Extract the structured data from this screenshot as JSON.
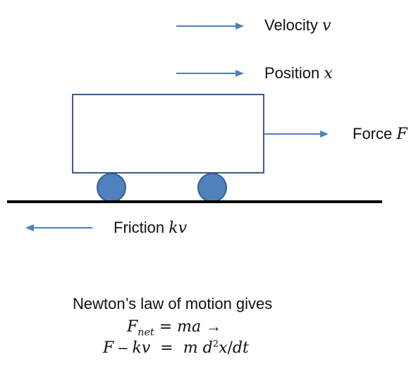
{
  "labels": {
    "velocity": {
      "text": "Velocity",
      "symbol": "v"
    },
    "position": {
      "text": "Position",
      "symbol": "x"
    },
    "force": {
      "text": "Force",
      "symbol": "F"
    },
    "friction": {
      "text": "Friction",
      "symbol": "kv"
    }
  },
  "caption": "Newton’s law of motion gives",
  "equation1": {
    "lhs": "F",
    "lhs_sub": "net",
    "op": "=",
    "rhs": "ma",
    "arrow": "→"
  },
  "equation2": {
    "lhs": "F",
    "minus": "–",
    "kv": "kv",
    "op": "=",
    "m": "m",
    "d": "d",
    "sq": "2",
    "x": "x",
    "slash": "/",
    "dt": "dt"
  },
  "colors": {
    "arrow": "#4f81bd",
    "wheel_fill": "#4f81bd",
    "wheel_stroke": "#385d8a",
    "box_stroke": "#385d8a",
    "ground": "#000000"
  }
}
